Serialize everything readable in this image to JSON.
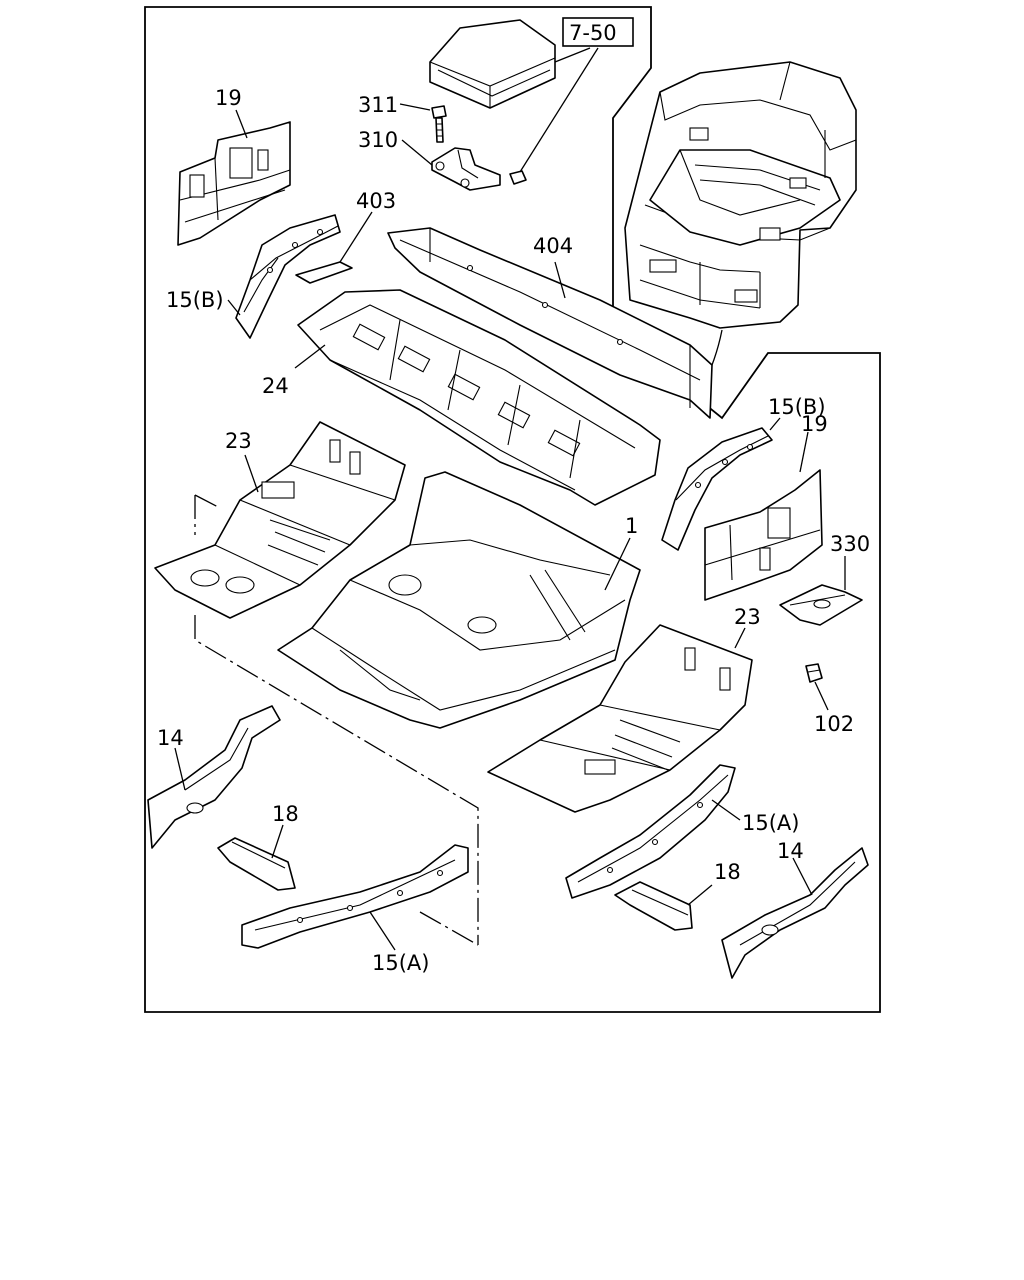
{
  "callouts": {
    "ref_box": "7-50",
    "p19_left": "19",
    "p311": "311",
    "p310": "310",
    "p403": "403",
    "p404": "404",
    "p15b_left": "15(B)",
    "p24": "24",
    "p23_left": "23",
    "p15b_right": "15(B)",
    "p19_right": "19",
    "p1": "1",
    "p330": "330",
    "p23_right": "23",
    "p102": "102",
    "p14_left": "14",
    "p18_left": "18",
    "p15a_right": "15(A)",
    "p14_right": "14",
    "p18_right": "18",
    "p15a_left": "15(A)"
  }
}
